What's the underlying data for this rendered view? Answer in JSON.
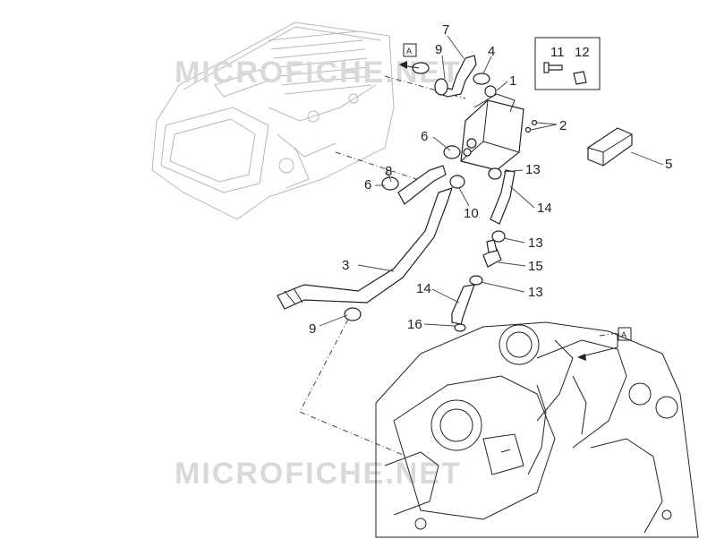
{
  "watermark": {
    "top": "MICROFICHE.NET",
    "bottom": "MICROFICHE.NET"
  },
  "reference_marks": {
    "top": "A",
    "engine": "A"
  },
  "callouts": {
    "c1": "1",
    "c2": "2",
    "c3": "3",
    "c4": "4",
    "c5": "5",
    "c6a": "6",
    "c6b": "6",
    "c7": "7",
    "c8": "8",
    "c9a": "9",
    "c9b": "9",
    "c10": "10",
    "c11": "11",
    "c12": "12",
    "c13a": "13",
    "c13b": "13",
    "c13c": "13",
    "c14a": "14",
    "c14b": "14",
    "c15": "15",
    "c16": "16"
  }
}
